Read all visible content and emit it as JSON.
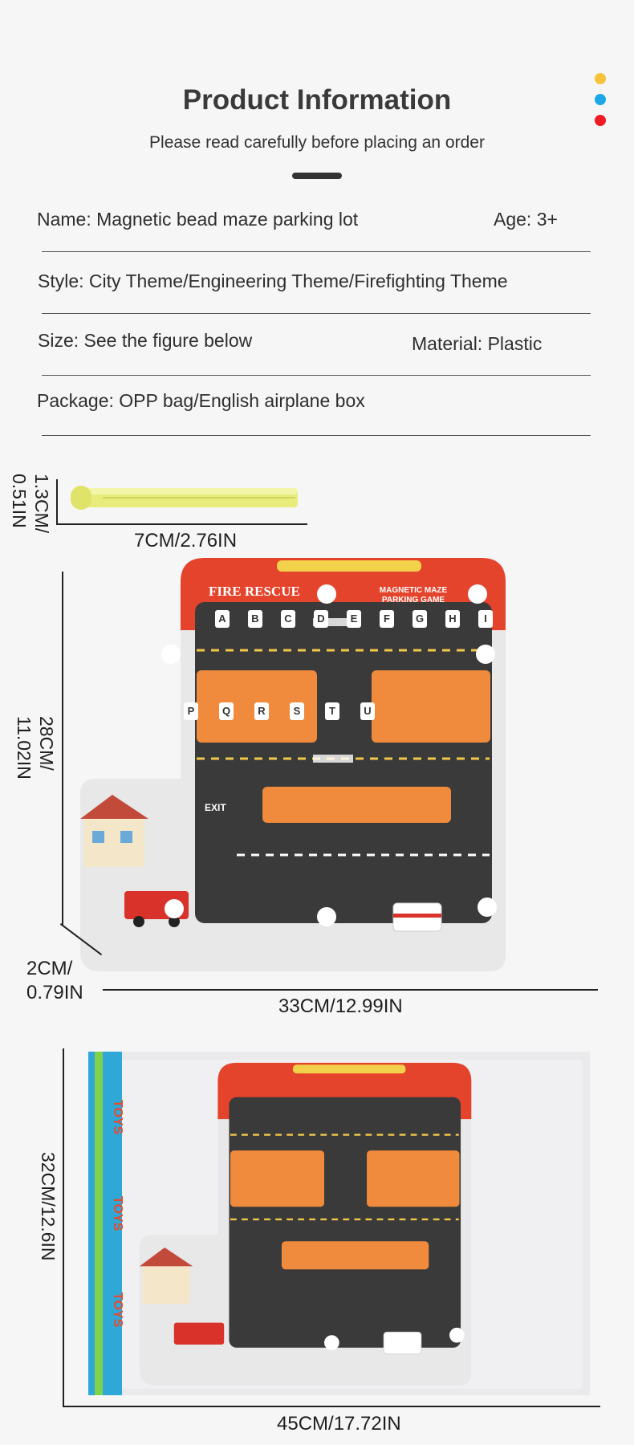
{
  "header": {
    "title": "Product Information",
    "subtitle": "Please read carefully before placing an order",
    "dot_colors": [
      "#f5c23a",
      "#1da7e8",
      "#ef1c24"
    ]
  },
  "info": {
    "name_label": "Name:",
    "name_value": "Magnetic bead maze parking lot",
    "age_label": "Age:",
    "age_value": "3+",
    "style_label": "Style:",
    "style_value": "City Theme/Engineering Theme/Firefighting Theme",
    "size_label": "Size:",
    "size_value": "See the figure below",
    "material_label": "Material:",
    "material_value": "Plastic",
    "package_label": "Package:",
    "package_value": "OPP bag/English airplane box"
  },
  "pen": {
    "width": "7CM/2.76IN",
    "height_line1": "1.3CM/",
    "height_line2": "0.51IN"
  },
  "board": {
    "title_left": "FIRE RESCUE",
    "title_right_line1": "MAGNETIC MAZE",
    "title_right_line2": "PARKING GAME",
    "letters_top": [
      "A",
      "B",
      "C",
      "D",
      "E",
      "F",
      "G",
      "H",
      "I"
    ],
    "letters_mid": [
      "P",
      "Q",
      "R",
      "S",
      "T",
      "U"
    ],
    "exit_label": "EXIT",
    "height": "28CM/ 11.02IN",
    "height_line1": "28CM/",
    "height_line2": "11.02IN",
    "depth_line1": "2CM/",
    "depth_line2": "0.79IN",
    "width": "33CM/12.99IN"
  },
  "package": {
    "height": "32CM/12.6IN",
    "width": "45CM/17.72IN",
    "strip_text": "TOYS"
  }
}
